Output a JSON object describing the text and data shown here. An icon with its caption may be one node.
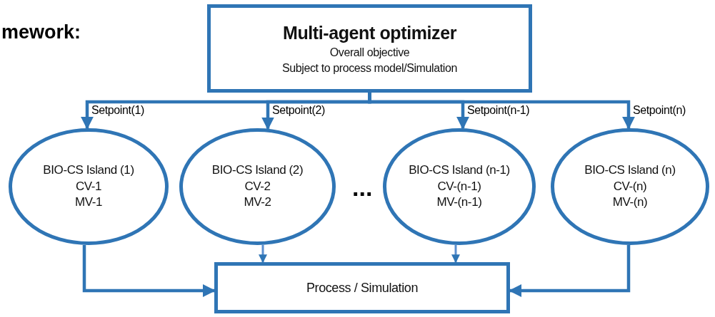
{
  "diagram": {
    "nodes": [
      {
        "text": [
          "Multi-agent optimizer",
          "Overall objective",
          "Subject to process model/Simulation"
        ]
      },
      {
        "text": [
          "BIO-CS Island (1)",
          "CV-1",
          "MV-1"
        ]
      },
      {
        "text": [
          "BIO-CS Island (2)",
          "CV-2",
          "MV-2"
        ]
      },
      {
        "text": [
          "BIO-CS Island (n-1)",
          "CV-(n-1)",
          "MV-(n-1)"
        ]
      },
      {
        "text": [
          "BIO-CS Island (n)",
          "CV-(n)",
          "MV-(n)"
        ]
      },
      {
        "text": [
          "Process / Simulation"
        ]
      }
    ],
    "edges": [
      {
        "from": 0,
        "to": 1,
        "arrow": "to",
        "label": "Setpoint(1)"
      },
      {
        "from": 0,
        "to": 2,
        "arrow": "to",
        "label": "Setpoint(2)"
      },
      {
        "from": 0,
        "to": 3,
        "arrow": "to",
        "label": "Setpoint(n-1)"
      },
      {
        "from": 0,
        "to": 4,
        "arrow": "to",
        "label": "Setpoint(n)"
      },
      {
        "from": 1,
        "to": 5,
        "arrow": "to"
      },
      {
        "from": 2,
        "to": 5,
        "arrow": "to"
      },
      {
        "from": 3,
        "to": 5,
        "arrow": "to"
      },
      {
        "from": 4,
        "to": 5,
        "arrow": "to"
      }
    ],
    "labels": [
      "mework:",
      "..."
    ]
  }
}
